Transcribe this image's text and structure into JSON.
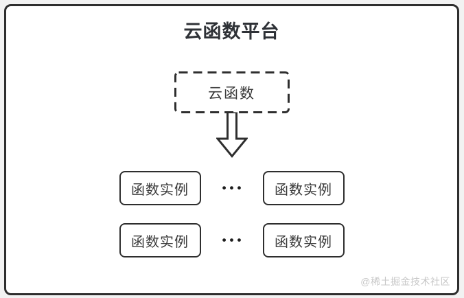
{
  "diagram": {
    "title": "云函数平台",
    "root_node": {
      "label": "云函数"
    },
    "instance_rows": [
      {
        "left": "函数实例",
        "ellipsis": "•••",
        "right": "函数实例"
      },
      {
        "left": "函数实例",
        "ellipsis": "•••",
        "right": "函数实例"
      }
    ],
    "watermark": "@稀土掘金技术社区",
    "colors": {
      "border": "#2e2e2e",
      "title_text": "#2e3136",
      "node_text": "#3a3a3a",
      "watermark_text": "#c7c7c7",
      "canvas_background": "#ffffff",
      "page_background": "#f2f2f2"
    }
  }
}
